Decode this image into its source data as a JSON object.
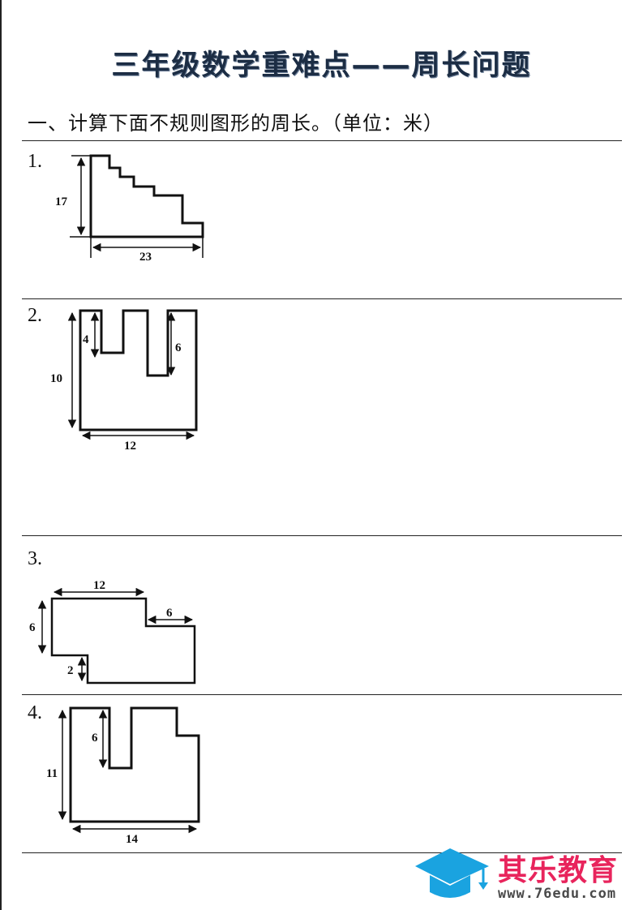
{
  "title": "三年级数学重难点——周长问题",
  "section": {
    "heading": "一、计算下面不规则图形的周长。（单位：米）"
  },
  "problems": [
    {
      "number": "1.",
      "dimensions": [
        "17",
        "23"
      ]
    },
    {
      "number": "2.",
      "dimensions": [
        "4",
        "6",
        "10",
        "12"
      ]
    },
    {
      "number": "3.",
      "dimensions": [
        "12",
        "6",
        "6",
        "2"
      ]
    },
    {
      "number": "4.",
      "dimensions": [
        "6",
        "11",
        "14"
      ]
    }
  ],
  "logo": {
    "name": "其乐教育",
    "url": "www.76edu.com",
    "colors": {
      "primary": "#e8245c",
      "icon": "#1aa3e0"
    }
  }
}
